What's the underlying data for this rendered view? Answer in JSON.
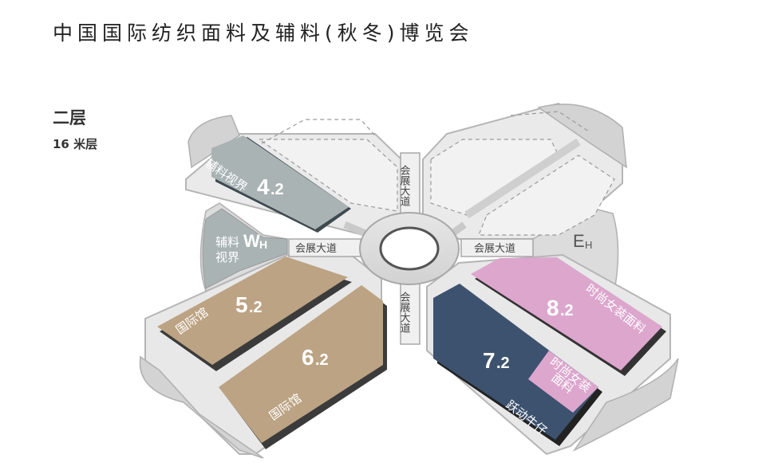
{
  "header": {
    "title": "中国国际纺织面料及辅料(秋冬)博览会",
    "floor": "二层",
    "floor_sub": "16 米层"
  },
  "roads": {
    "north": "会展大道",
    "south": "会展大道",
    "west": "会展大道",
    "east": "会展大道"
  },
  "halls": {
    "h4_2": {
      "num": "4",
      "dec": ".2",
      "label": "辅料视界",
      "color": "#a9b3b4"
    },
    "wh": {
      "num": "W",
      "sub": "H",
      "label_line1": "辅料",
      "label_line2": "视界",
      "color": "#a9b3b4"
    },
    "h5_2": {
      "num": "5",
      "dec": ".2",
      "label": "国际馆",
      "color": "#bca383"
    },
    "h6_2": {
      "num": "6",
      "dec": ".2",
      "label": "国际馆",
      "color": "#bca383"
    },
    "h7_2": {
      "num": "7",
      "dec": ".2",
      "label": "跃动牛仔",
      "sublabel_line1": "时尚女装",
      "sublabel_line2": "面料",
      "color": "#3d526e",
      "sub_color": "#dca6cd"
    },
    "h8_2": {
      "num": "8",
      "dec": ".2",
      "label": "时尚女装面料",
      "color": "#dca6cd"
    },
    "eh": {
      "num": "E",
      "sub": "H"
    }
  }
}
